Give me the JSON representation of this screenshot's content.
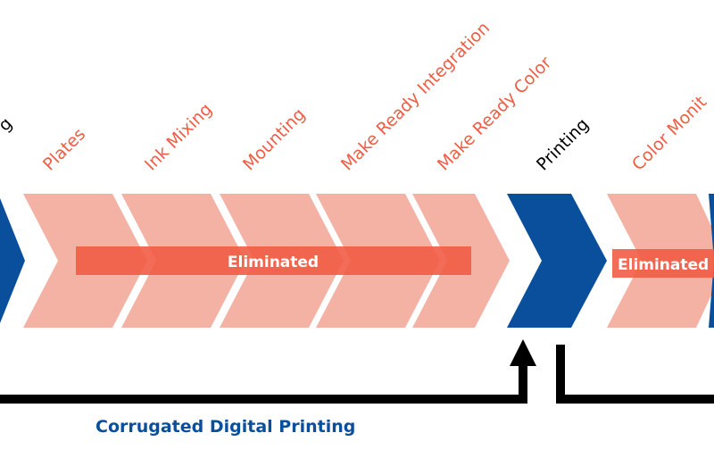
{
  "colors": {
    "blue": "#0a4f9c",
    "pink": "#f4b2a5",
    "orange": "#f05c44",
    "eliminated_bar": "#f15c45",
    "black": "#000000"
  },
  "steps": [
    {
      "label": "g",
      "state": "kept"
    },
    {
      "label": "Plates",
      "state": "eliminated"
    },
    {
      "label": "Ink Mixing",
      "state": "eliminated"
    },
    {
      "label": "Mounting",
      "state": "eliminated"
    },
    {
      "label": "Make Ready Integration",
      "state": "eliminated"
    },
    {
      "label": "Make Ready Color",
      "state": "eliminated"
    },
    {
      "label": "Printing",
      "state": "kept"
    },
    {
      "label": "Color Monit",
      "state": "eliminated"
    }
  ],
  "eliminated_labels": {
    "main": "Eliminated",
    "right": "Eliminated"
  },
  "caption": "Corrugated Digital Printing"
}
